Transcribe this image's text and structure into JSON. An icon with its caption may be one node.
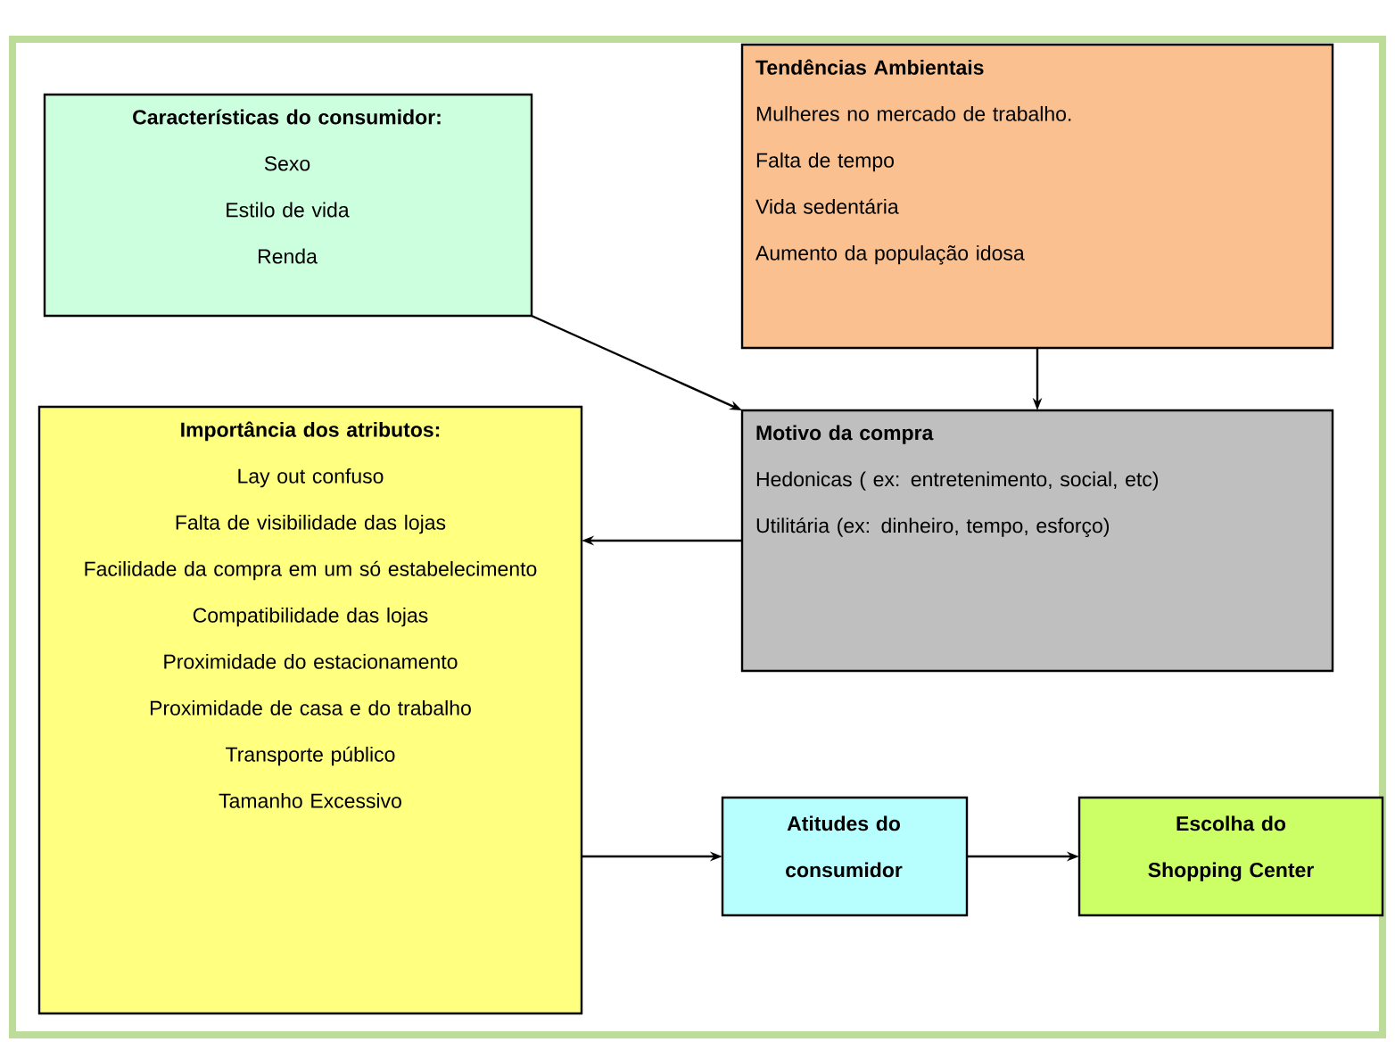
{
  "diagram": {
    "nodes": [
      {
        "text": [
          "**Características do consumidor:**",
          "Sexo",
          "Estilo de vida",
          "Renda"
        ]
      },
      {
        "text": [
          "**Tendências Ambientais**",
          "Mulheres no mercado de trabalho.",
          "Falta de tempo",
          "Vida sedentária",
          "Aumento da população idosa"
        ]
      },
      {
        "text": [
          "**Motivo da compra**",
          "Hedonicas ( ex: entretenimento, social, etc)",
          "Utilitária (ex:  dinheiro, tempo, esforço)"
        ]
      },
      {
        "text": [
          "**Importância dos atributos:**",
          "Lay out confuso",
          "Falta de visibilidade das lojas",
          "Facilidade da compra em um só estabelecimento",
          "Compatibilidade das lojas",
          "Proximidade do estacionamento",
          "Proximidade de casa e do trabalho",
          "Transporte público",
          "Tamanho Excessivo"
        ]
      },
      {
        "text": [
          "**Atitudes do consumidor**"
        ]
      },
      {
        "text": [
          "**Escolha do Shopping Center**"
        ]
      }
    ],
    "edges": [
      {
        "from": 0,
        "to": 2,
        "arrow": "to"
      },
      {
        "from": 1,
        "to": 2,
        "arrow": "to"
      },
      {
        "from": 2,
        "to": 3,
        "arrow": "to"
      },
      {
        "from": 3,
        "to": 4,
        "arrow": "to"
      },
      {
        "from": 4,
        "to": 5,
        "arrow": "to"
      }
    ]
  }
}
